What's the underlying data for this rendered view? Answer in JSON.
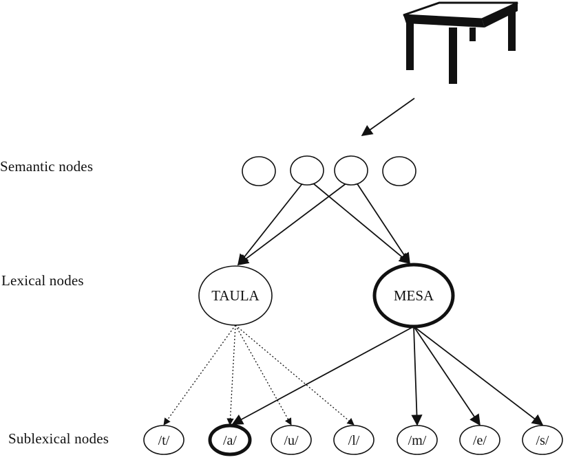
{
  "labels": {
    "semantic": "Semantic nodes",
    "lexical": "Lexical nodes",
    "sublexical": "Sublexical nodes"
  },
  "picture": {
    "icon": "table-icon"
  },
  "semantic_nodes": [
    {
      "id": "sem-1"
    },
    {
      "id": "sem-2"
    },
    {
      "id": "sem-3"
    },
    {
      "id": "sem-4"
    }
  ],
  "lexical_nodes": [
    {
      "id": "taula",
      "label": "TAULA",
      "emphasis": false
    },
    {
      "id": "mesa",
      "label": "MESA",
      "emphasis": true
    }
  ],
  "sublexical_nodes": [
    {
      "id": "t",
      "label": "/t/",
      "emphasis": false
    },
    {
      "id": "a",
      "label": "/a/",
      "emphasis": true
    },
    {
      "id": "u",
      "label": "/u/",
      "emphasis": false
    },
    {
      "id": "l",
      "label": "/l/",
      "emphasis": false
    },
    {
      "id": "m",
      "label": "/m/",
      "emphasis": false
    },
    {
      "id": "e",
      "label": "/e/",
      "emphasis": false
    },
    {
      "id": "s",
      "label": "/s/",
      "emphasis": false
    }
  ],
  "edges": [
    {
      "from": "picture",
      "to": "semantic-layer",
      "style": "solid"
    },
    {
      "from": "sem-2",
      "to": "mesa",
      "style": "solid"
    },
    {
      "from": "sem-2",
      "to": "taula",
      "style": "solid"
    },
    {
      "from": "sem-3",
      "to": "taula",
      "style": "solid"
    },
    {
      "from": "sem-3",
      "to": "mesa",
      "style": "solid"
    },
    {
      "from": "taula",
      "to": "t",
      "style": "dotted"
    },
    {
      "from": "taula",
      "to": "a",
      "style": "dotted"
    },
    {
      "from": "taula",
      "to": "u",
      "style": "dotted"
    },
    {
      "from": "taula",
      "to": "l",
      "style": "dotted"
    },
    {
      "from": "mesa",
      "to": "a",
      "style": "solid"
    },
    {
      "from": "mesa",
      "to": "m",
      "style": "solid"
    },
    {
      "from": "mesa",
      "to": "e",
      "style": "solid"
    },
    {
      "from": "mesa",
      "to": "s",
      "style": "solid"
    }
  ],
  "colors": {
    "ink": "#111111",
    "background": "#ffffff"
  }
}
